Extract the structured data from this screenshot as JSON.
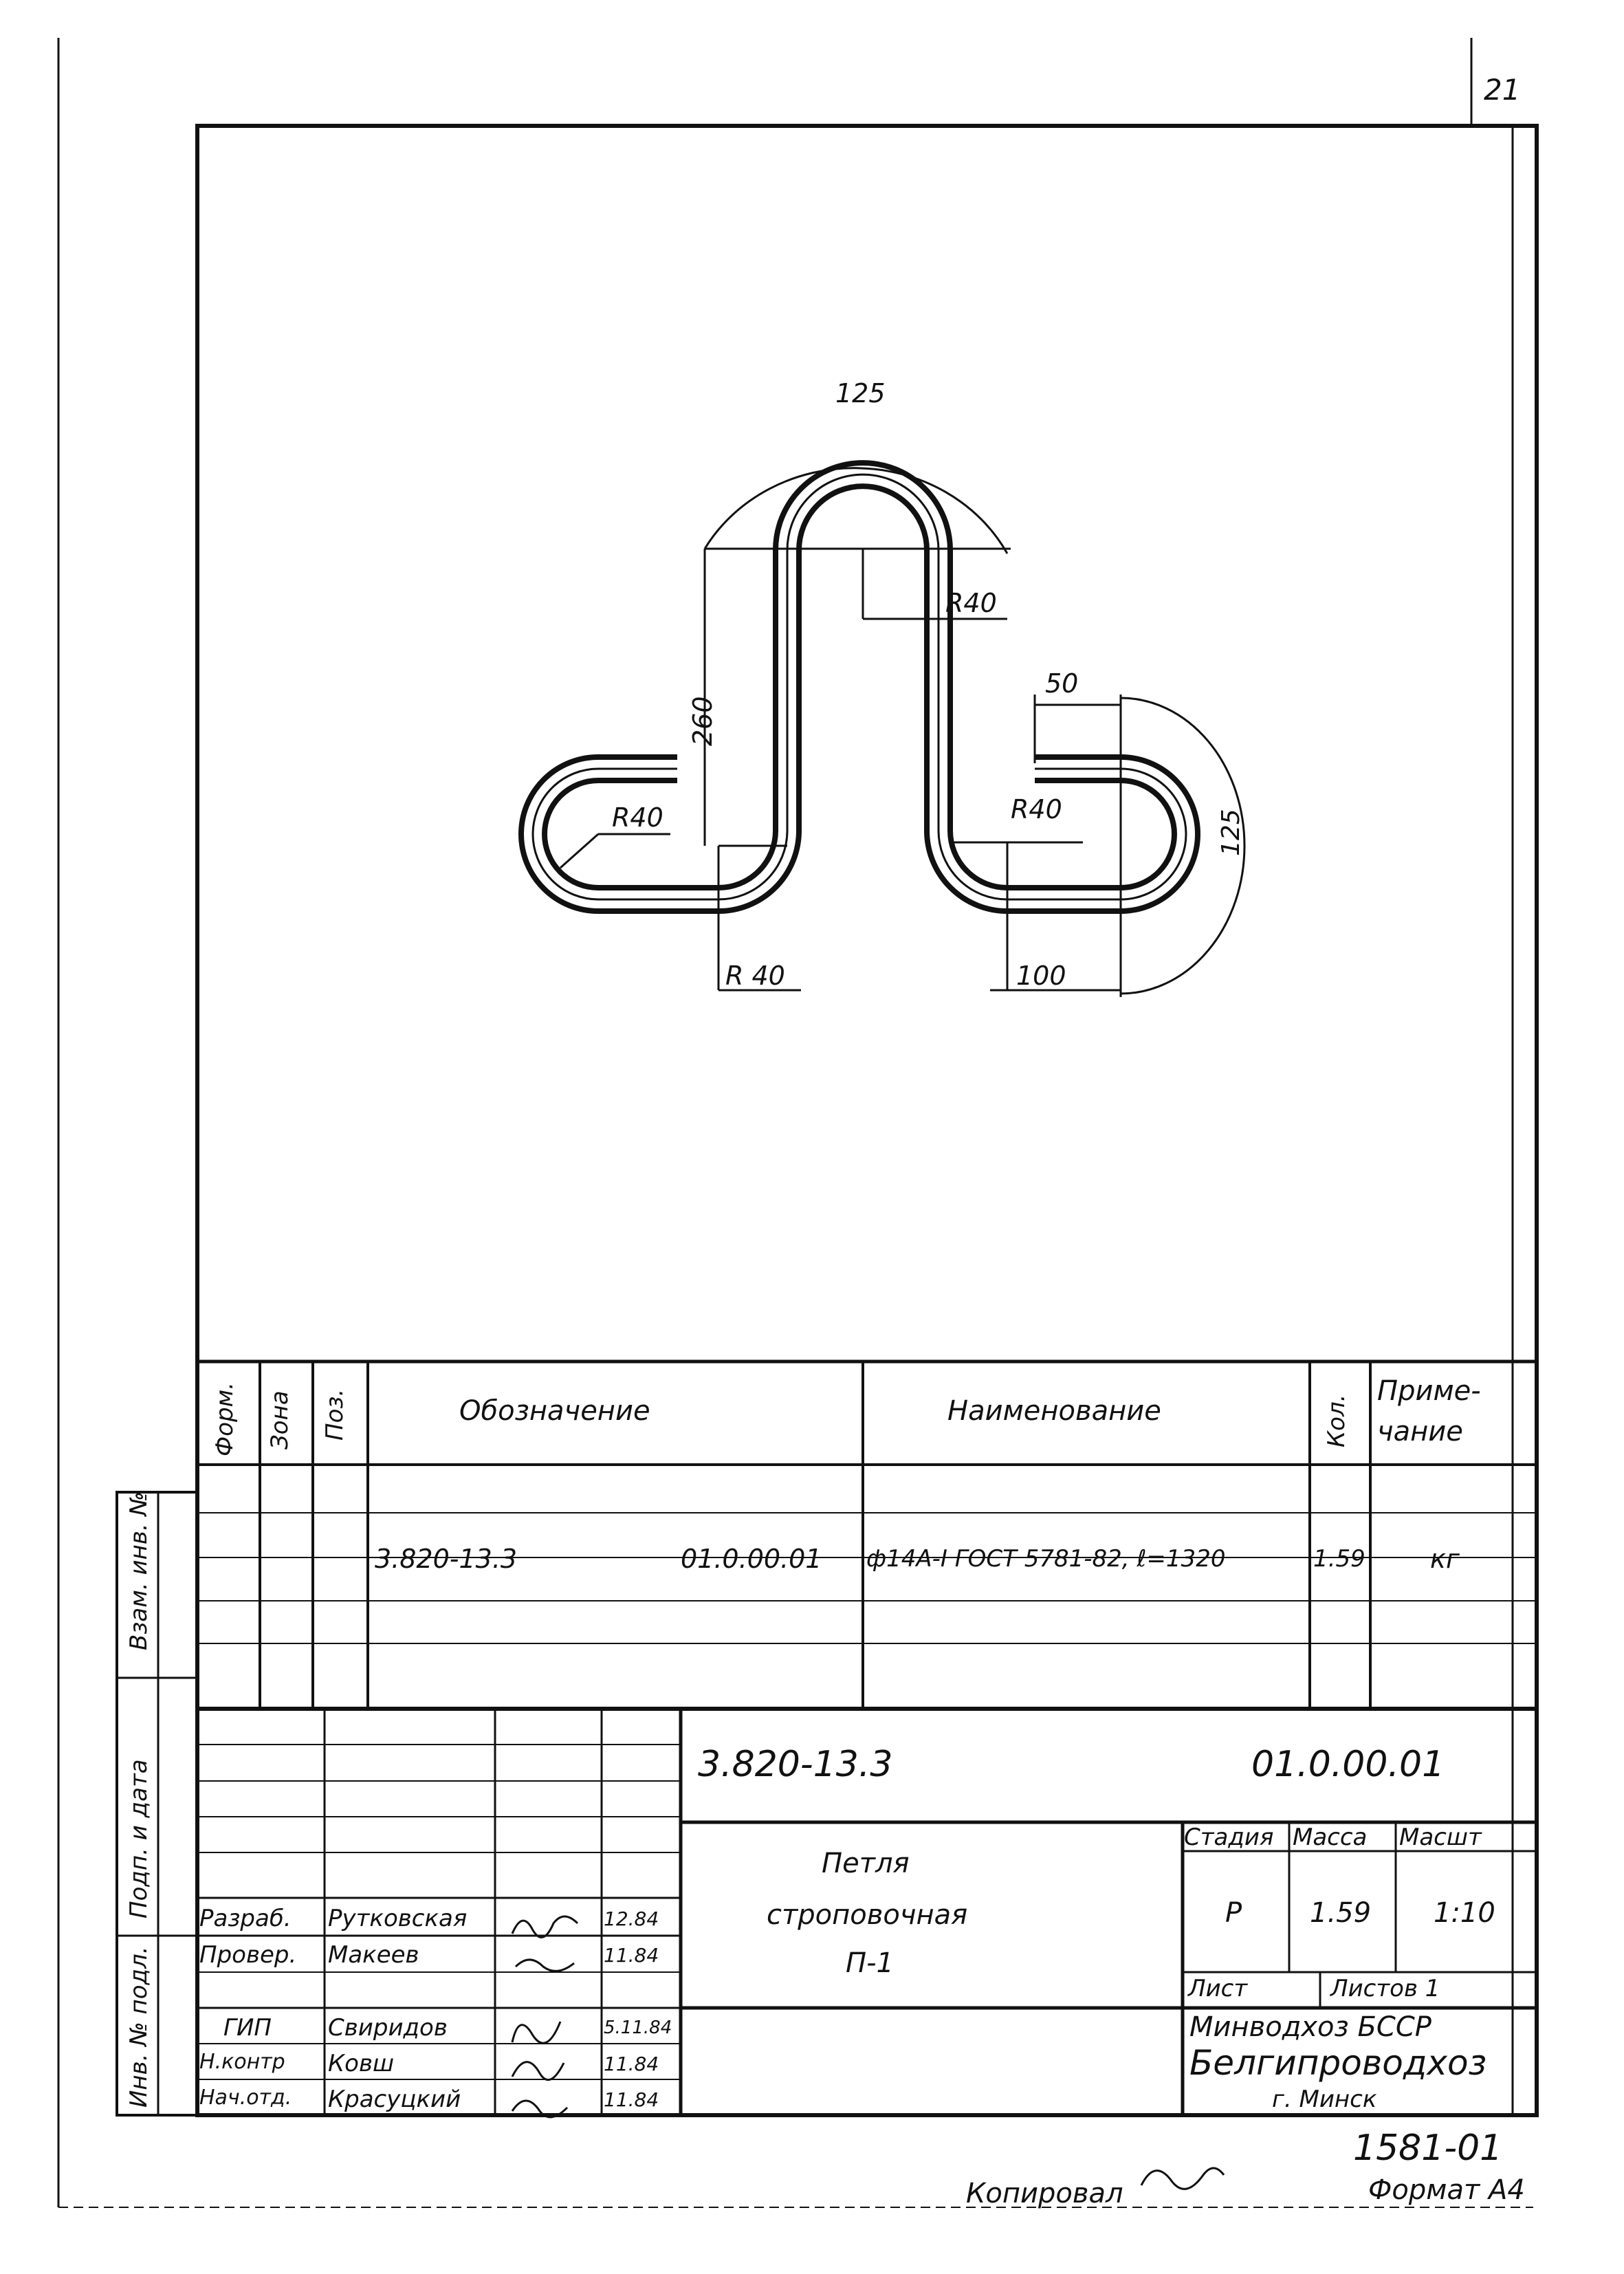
{
  "sheet_number": "21",
  "drawing": {
    "dims": {
      "top_width": "125",
      "top_radius": "R40",
      "height": "260",
      "left_radius": "R40",
      "bottom_radius": "R 40",
      "right_gap": "50",
      "right_radius": "R40",
      "right_height": "125",
      "right_bottom": "100"
    }
  },
  "spec_table": {
    "headers": {
      "format": "Форм.",
      "zone": "Зона",
      "pos": "Поз.",
      "designation": "Обозначение",
      "name": "Наименование",
      "qty": "Кол.",
      "note_line1": "Приме-",
      "note_line2": "чание"
    },
    "rows": [
      {
        "designation_code": "3.820-13.3",
        "designation_num": "01.0.00.01",
        "name": "ф14А-I ГОСТ 5781-82, ℓ=1320",
        "qty": "1.59",
        "note": "кг"
      }
    ]
  },
  "side_labels": {
    "vzam": "Взам. инв. №",
    "podp": "Подп. и дата",
    "inv": "Инв. № подл."
  },
  "title_block": {
    "doc_code": "3.820-13.3",
    "doc_num": "01.0.00.01",
    "title_line1": "Петля",
    "title_line2": "строповочная",
    "title_line3": "П-1",
    "stage_label": "Стадия",
    "mass_label": "Масса",
    "scale_label": "Масшт",
    "stage": "Р",
    "mass": "1.59",
    "scale": "1:10",
    "sheet_label": "Лист",
    "sheets_label": "Листов 1",
    "org_line1": "Минводхоз   БССР",
    "org_line2": "Белгипроводхоз",
    "org_line3": "г. Минск",
    "signers": [
      {
        "role": "Разраб.",
        "name": "Рутковская",
        "date": "12.84"
      },
      {
        "role": "Провер.",
        "name": "Макеев",
        "date": "11.84"
      },
      {
        "role": "ГИП",
        "name": "Свиридов",
        "date": "5.11.84"
      },
      {
        "role": "Н.контр",
        "name": "Ковш",
        "date": "11.84"
      },
      {
        "role": "Нач.отд.",
        "name": "Красуцкий",
        "date": "11.84"
      }
    ]
  },
  "archive_number": "1581-01",
  "copied_label": "Копировал",
  "format_label": "Формат А4"
}
